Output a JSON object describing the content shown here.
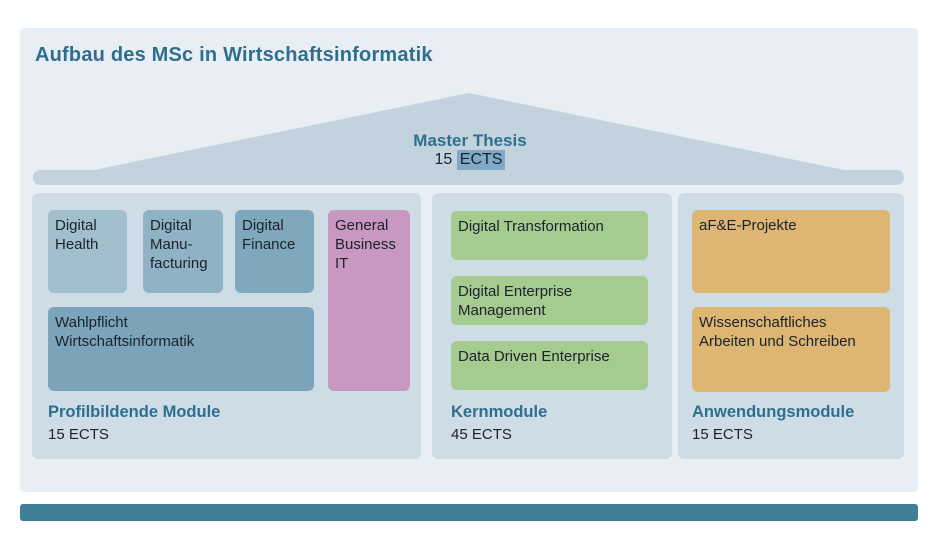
{
  "title": "Aufbau des MSc in Wirtschaftsinformatik",
  "roof": {
    "label": "Master Thesis",
    "ects_value": "15",
    "ects_unit": "ECTS"
  },
  "columns": [
    {
      "label": "Profilbildende Module",
      "ects": "15 ECTS",
      "modules": [
        {
          "label": "Digital\nHealth",
          "color": "#a2bfcd"
        },
        {
          "label": "Digital\nManu-\nfacturing",
          "color": "#8fb2c4"
        },
        {
          "label": "Digital\nFinance",
          "color": "#7fa8bd"
        },
        {
          "label": "General\nBusiness\nIT",
          "color": "#c897c2"
        },
        {
          "label": "Wahlpflicht\nWirtschaftsinformatik",
          "color": "#7ba3b9"
        }
      ]
    },
    {
      "label": "Kernmodule",
      "ects": "45 ECTS",
      "modules": [
        {
          "label": "Digital Transformation",
          "color": "#a5cb90"
        },
        {
          "label": "Digital Enterprise\nManagement",
          "color": "#a5cb90"
        },
        {
          "label": "Data Driven Enterprise",
          "color": "#a5cb90"
        }
      ]
    },
    {
      "label": "Anwendungsmodule",
      "ects": "15 ECTS",
      "modules": [
        {
          "label": "aF&E-Projekte",
          "color": "#dcb672"
        },
        {
          "label": "Wissenschaftliches\nArbeiten und Schreiben",
          "color": "#dcb672"
        }
      ]
    }
  ],
  "colors": {
    "accent_teal": "#2e6f8e",
    "panel_bg": "#e9eef5",
    "subpanel_bg": "#cddce5",
    "roof_fill": "#c2d3de",
    "ects_highlight_bg": "#7fa9c6",
    "bottom_bar": "#407d96",
    "text_dark": "#1c222a"
  }
}
